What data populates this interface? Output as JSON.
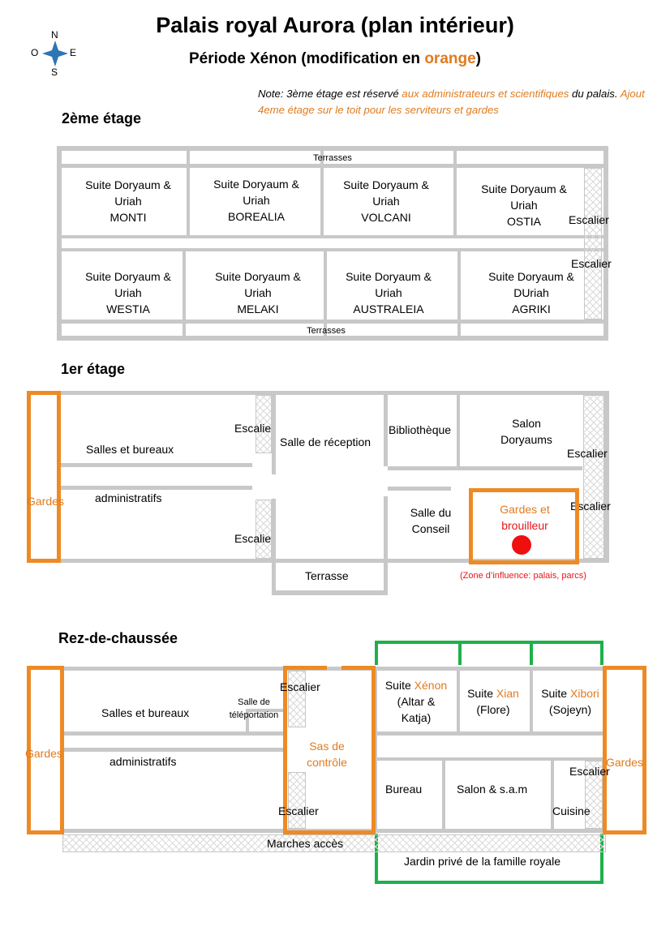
{
  "header": {
    "title": "Palais royal Aurora (plan intérieur)",
    "subtitle_main": "Période Xénon (modification en ",
    "subtitle_orange": "orange",
    "subtitle_end": ")"
  },
  "compass": {
    "n": "N",
    "s": "S",
    "e": "E",
    "o": "O"
  },
  "note": {
    "part1": "Note: 3ème étage est réservé ",
    "part2": "aux administrateurs et scientifiques",
    "part3": "  du palais. ",
    "part4": "Ajout 4eme étage sur le toit pour les serviteurs et gardes"
  },
  "floor2": {
    "title": "2ème étage",
    "terrasses_top": "Terrasses",
    "terrasses_bottom": "Terrasses",
    "suites": [
      {
        "l1": "Suite Doryaum &",
        "l2": "Uriah",
        "l3": "MONTI"
      },
      {
        "l1": "Suite Doryaum &",
        "l2": "Uriah",
        "l3": "BOREALIA"
      },
      {
        "l1": "Suite Doryaum &",
        "l2": "Uriah",
        "l3": "VOLCANI"
      },
      {
        "l1": "Suite Doryaum &",
        "l2": "Uriah",
        "l3": "OSTIA"
      },
      {
        "l1": "Suite Doryaum &",
        "l2": "Uriah",
        "l3": "WESTIA"
      },
      {
        "l1": "Suite Doryaum &",
        "l2": "Uriah",
        "l3": "MELAKI"
      },
      {
        "l1": "Suite Doryaum &",
        "l2": "Uriah",
        "l3": "AUSTRALEIA"
      },
      {
        "l1": "Suite Doryaum &",
        "l2": "DUriah",
        "l3": "AGRIKI"
      }
    ],
    "escalier_1": "Escalier",
    "escalier_2": "Escalier"
  },
  "floor1": {
    "title": "1er étage",
    "gardes": "Gardes",
    "salles_1": "Salles et bureaux",
    "salles_2": "administratifs",
    "escalier_a": "Escalie",
    "escalier_b": "Escalie",
    "reception": "Salle de réception",
    "bibliotheque": "Bibliothèque",
    "salon_1": "Salon",
    "salon_2": "Doryaums",
    "escalier_c": "Escalier",
    "escalier_d": "Escalier",
    "conseil_1": "Salle du",
    "conseil_2": "Conseil",
    "gardes_b1": "Gardes et",
    "gardes_b2": "brouilleur",
    "zone": "(Zone d’influence: palais, parcs)",
    "terrasse": "Terrasse"
  },
  "floor0": {
    "title": "Rez-de-chaussée",
    "gardes_left": "Gardes",
    "gardes_right": "Gardes",
    "salles_1": "Salles et bureaux",
    "salles_2": "administratifs",
    "telep_1": "Salle de",
    "telep_2": "téléportation",
    "escalier_a": "Escalier",
    "escalier_b": "Escalier",
    "sas_1": "Sas de",
    "sas_2": "contrôle",
    "xenon_pre": "Suite ",
    "xenon_name": "Xénon",
    "xenon_2": "(Altar &",
    "xenon_3": "Katja)",
    "xian_pre": "Suite ",
    "xian_name": "Xian",
    "xian_2": "(Flore)",
    "xibori_pre": "Suite ",
    "xibori_name": "Xibori",
    "xibori_2": "(Sojeyn)",
    "bureau": "Bureau",
    "salon": "Salon & s.a.m",
    "escalier_c": "Escalier",
    "cuisine": "Cuisine",
    "marches": "Marches accès",
    "jardin": "Jardin privé de la famille royale"
  },
  "colors": {
    "orange": "#ee8a25",
    "green": "#1fb04a",
    "red": "#ef0f0f",
    "wall": "#c8c8c8"
  }
}
